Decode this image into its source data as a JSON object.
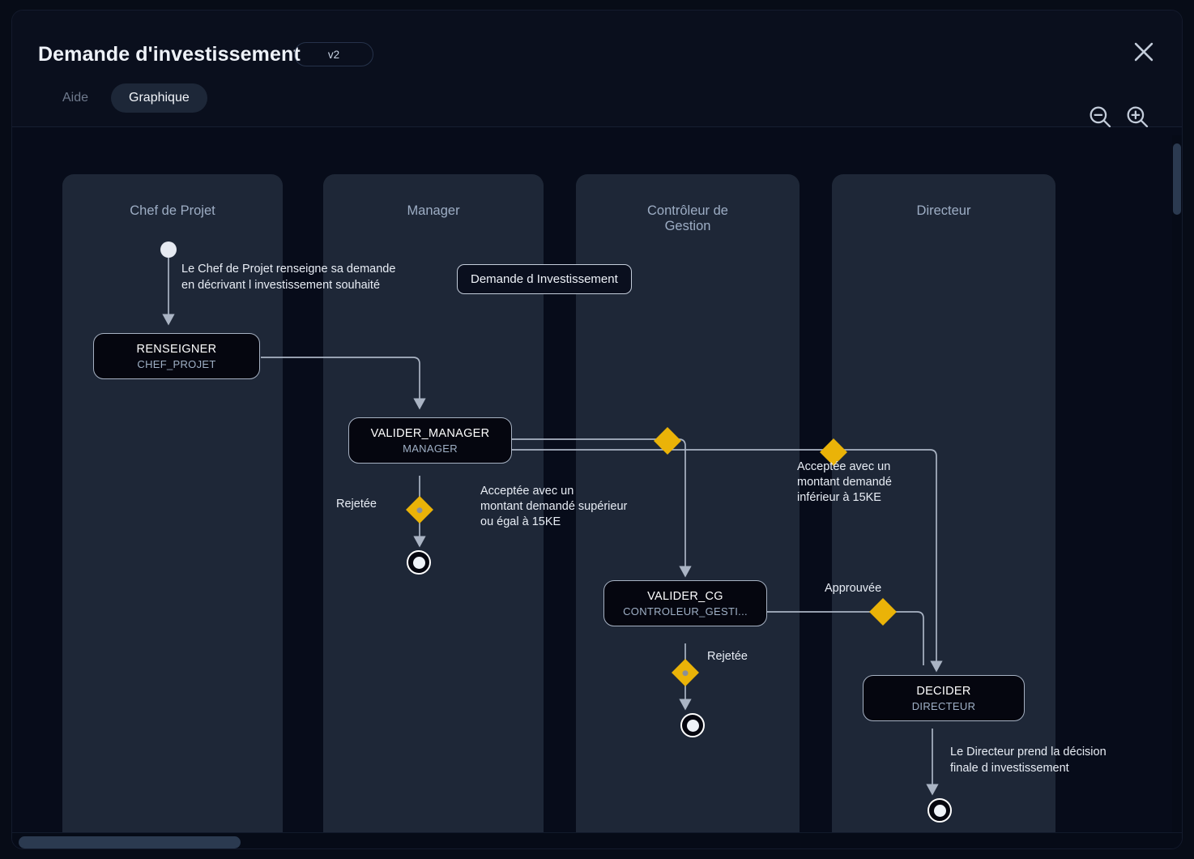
{
  "header": {
    "title": "Demande d'investissement",
    "version_badge": "v2",
    "tabs": [
      {
        "label": "Aide",
        "active": false
      },
      {
        "label": "Graphique",
        "active": true
      }
    ],
    "actions": [
      {
        "name": "close-button",
        "icon": "close-icon"
      },
      {
        "name": "zoom-out-button",
        "icon": "zoom-out-icon"
      },
      {
        "name": "zoom-in-button",
        "icon": "zoom-in-icon"
      }
    ]
  },
  "diagram": {
    "lanes": [
      {
        "id": "chef",
        "title": "Chef de Projet"
      },
      {
        "id": "manager",
        "title": "Manager"
      },
      {
        "id": "cg",
        "title": "Contrôleur de Gestion"
      },
      {
        "id": "directeur",
        "title": "Directeur"
      }
    ],
    "nodes": [
      {
        "id": "start",
        "type": "start"
      },
      {
        "id": "renseigner",
        "type": "task",
        "title": "RENSEIGNER",
        "subtitle": "CHEF_PROJET"
      },
      {
        "id": "valider_manager",
        "type": "task",
        "title": "VALIDER_MANAGER",
        "subtitle": "MANAGER"
      },
      {
        "id": "valider_cg",
        "type": "task",
        "title": "VALIDER_CG",
        "subtitle": "CONTROLEUR_GESTI..."
      },
      {
        "id": "decider",
        "type": "task",
        "title": "DECIDER",
        "subtitle": "DIRECTEUR"
      },
      {
        "id": "end_manager",
        "type": "end"
      },
      {
        "id": "end_cg",
        "type": "end"
      },
      {
        "id": "end_directeur",
        "type": "end"
      }
    ],
    "chip": {
      "label": "Demande d Investissement"
    },
    "notes": [
      {
        "id": "note-start",
        "text": "Le Chef de Projet renseigne sa demande\nen décrivant l investissement souhaité"
      },
      {
        "id": "note-decider",
        "text": "Le Directeur prend la décision\nfinale d investissement"
      }
    ],
    "edge_labels": [
      {
        "id": "rejetee-manager",
        "text": "Rejetée"
      },
      {
        "id": "acceptee-superieur",
        "text": "Acceptée avec un\nmontant demandé supérieur\nou égal à 15KE"
      },
      {
        "id": "acceptee-inferieur",
        "text": "Acceptée avec un\nmontant demandé\ninférieur à 15KE"
      },
      {
        "id": "rejetee-cg",
        "text": "Rejetée"
      },
      {
        "id": "approuvee",
        "text": "Approuvée"
      }
    ],
    "colors": {
      "gateway": "#eab308",
      "lane_background": "#1e2737",
      "canvas_background": "#070c1a",
      "node_border": "#a6b1c2",
      "edge": "#aab4c4"
    }
  }
}
